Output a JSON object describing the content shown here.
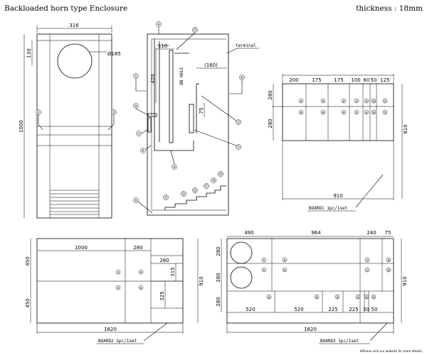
{
  "title": "Backloaded horn type Enclosure",
  "thickness": "thickness : 18mm",
  "footer": "※Please visit our website for more details.",
  "front_view": {
    "width": "316",
    "height": "1000",
    "top": "130",
    "hole": "Ø185",
    "callouts": [
      "②",
      "③"
    ]
  },
  "side_view": {
    "d110": "110",
    "hole_label": "Ø8 HOLE",
    "d160": "(160)",
    "d420": "420",
    "d75": "75",
    "terminal": "terminal",
    "callouts": [
      "④",
      "⑬",
      "①",
      "⑥",
      "⑨",
      "⑦",
      "⑧",
      "⑩",
      "⑫",
      "⑪",
      "⑤",
      "⑭",
      "⑮",
      "⑯",
      "⑰",
      "⑱",
      "⑲"
    ]
  },
  "board1": {
    "label": "BOARD1 1pc/1set",
    "top_dims": [
      "200",
      "175",
      "175",
      "100",
      "60",
      "50",
      "125"
    ],
    "h280a": "280",
    "h280b": "280",
    "h910": "910",
    "w910": "910",
    "row1": [
      "⑩",
      "⑧",
      "⑥",
      "⑦",
      "⑨",
      "⑲",
      "⑰"
    ],
    "row2": [
      "⑩",
      "⑧",
      "⑥",
      "⑦",
      "⑨",
      "⑲",
      "⑰"
    ]
  },
  "board2": {
    "label": "BOARD2 2pc/1set",
    "w1000": "1000",
    "w280a": "280",
    "w280b": "280",
    "h450a": "450",
    "h450b": "450",
    "h910": "910",
    "d315": "315",
    "d325": "325",
    "w1820": "1820",
    "parts": [
      "②",
      "④",
      "③",
      "⑤"
    ]
  },
  "board3": {
    "label": "BOARD3 1pc/1set",
    "top_dims": [
      "490",
      "964",
      "240",
      "75"
    ],
    "bottom_dims": [
      "520",
      "520",
      "225",
      "225",
      "50",
      "50"
    ],
    "h280a": "280",
    "h280b": "280",
    "h280c": "280",
    "h910": "910",
    "w1820": "1820",
    "parts_row1": [
      "①",
      "⑥",
      "⑪",
      "⑱"
    ],
    "parts_row2": [
      "①",
      "⑥",
      "⑪",
      "⑱"
    ],
    "parts_row3": [
      "⑮",
      "⑮",
      "⑮",
      "⑮",
      "⑯",
      "⑯"
    ]
  }
}
